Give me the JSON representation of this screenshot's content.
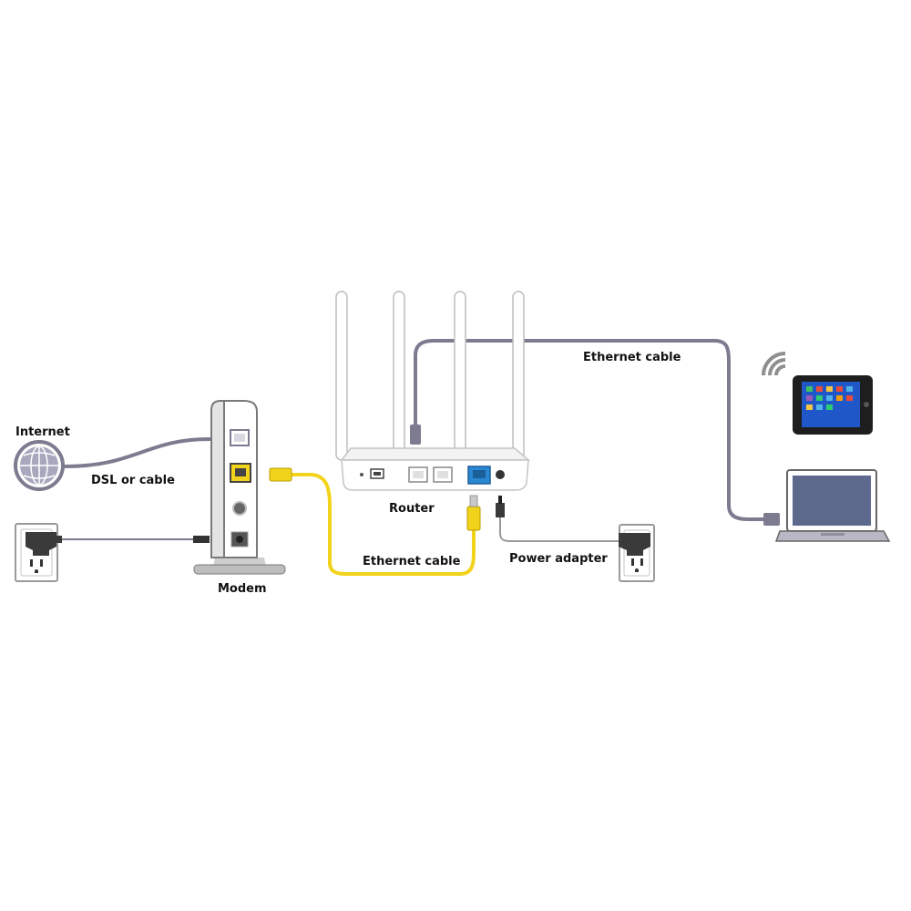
{
  "labels": {
    "internet": "Internet",
    "dsl_or_cable": "DSL or cable",
    "modem": "Modem",
    "router": "Router",
    "ethernet_cable_top": "Ethernet cable",
    "ethernet_cable_bottom": "Ethernet cable",
    "power_adapter": "Power adapter"
  },
  "colors": {
    "gray_cable": "#7c7b8f",
    "yellow_cable": "#f2d31b",
    "lan_port": "#2b88d4",
    "device_body": "#ffffff",
    "outline": "#7a7a7a",
    "screen_blue": "#1f56c8",
    "laptop_screen": "#5d6a8e"
  },
  "icons": [
    "globe-icon",
    "wifi-icon",
    "tablet-icon",
    "laptop-icon",
    "wall-outlet-icon",
    "power-plug-icon"
  ]
}
